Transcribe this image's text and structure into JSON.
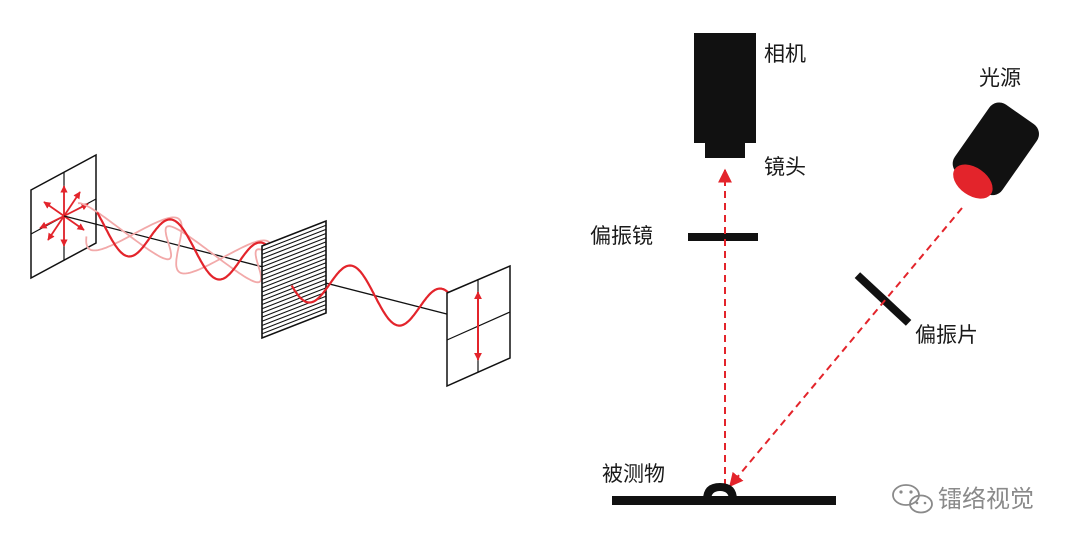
{
  "labels": {
    "camera": "相机",
    "lens": "镜头",
    "light_source": "光源",
    "polarizer_lens": "偏振镜",
    "polarizer_sheet": "偏振片",
    "object": "被测物"
  },
  "watermark": {
    "text": "镭络视觉",
    "icon": "wechat-icon"
  },
  "colors": {
    "beam": "#e3242b",
    "wave_faded": "#f2a9a9",
    "ink": "#111111",
    "watermark": "#8a8a8a"
  }
}
